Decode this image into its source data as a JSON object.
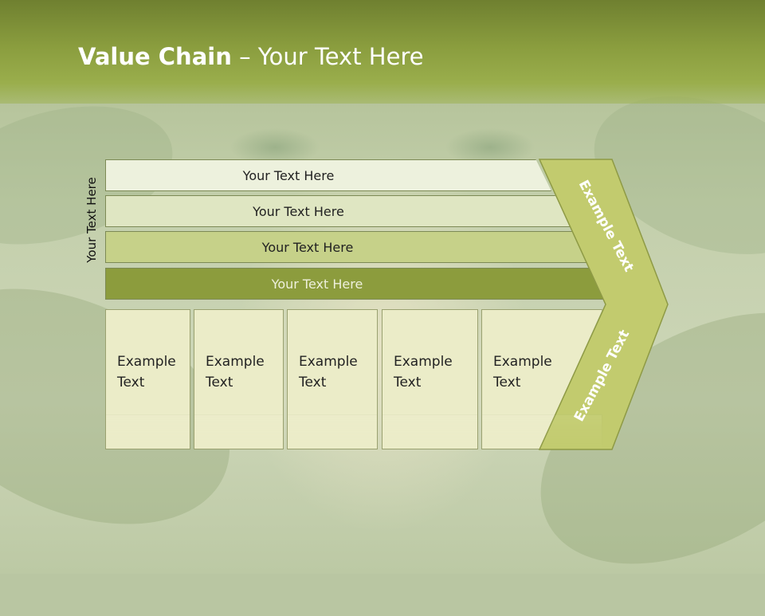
{
  "title": {
    "bold": "Value Chain",
    "rest": " – Your Text Here"
  },
  "side_label": "Your Text Here",
  "rows": [
    {
      "label": "Your Text Here"
    },
    {
      "label": "Your Text Here"
    },
    {
      "label": "Your Text Here"
    },
    {
      "label": "Your Text Here"
    }
  ],
  "boxes": [
    {
      "line1": "Example",
      "line2": "Text"
    },
    {
      "line1": "Example",
      "line2": "Text"
    },
    {
      "line1": "Example",
      "line2": "Text"
    },
    {
      "line1": "Example",
      "line2": "Text"
    },
    {
      "line1": "Example",
      "line2": "Text"
    }
  ],
  "chevron": {
    "upper": "Example Text",
    "lower": "Example Text"
  },
  "colors": {
    "header": "#8a9d3e",
    "chevron": "#c2cb6e",
    "row_dark": "#8c9c3d",
    "box": "#ebecc8"
  }
}
